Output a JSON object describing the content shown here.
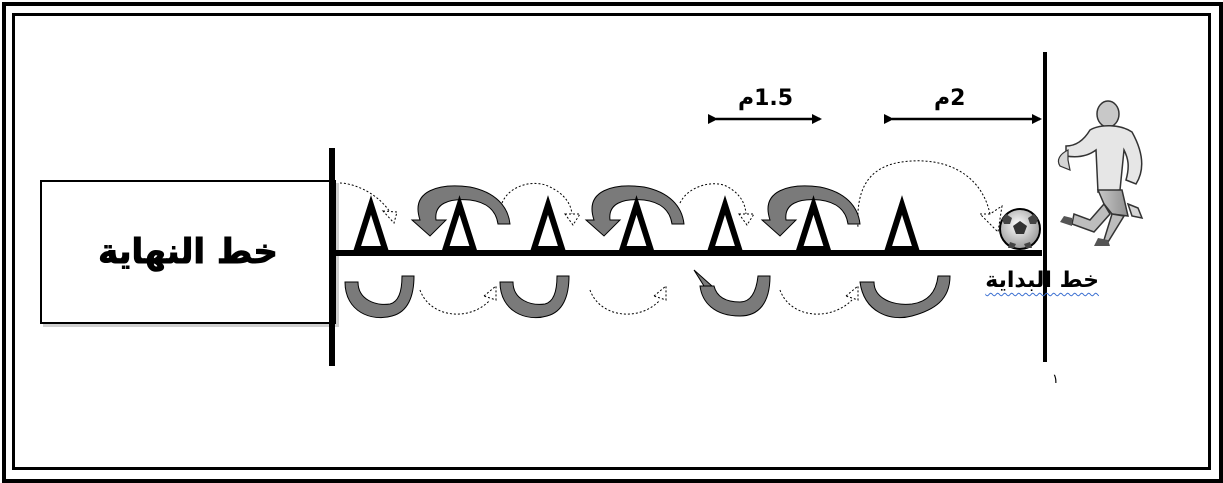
{
  "labels": {
    "finish_line": "خط النهاية",
    "start_line": "خط البداية",
    "distance_cones": "1.5م",
    "distance_start": "2م",
    "small_mark": "١"
  },
  "cone_count": 7,
  "colors": {
    "stroke": "#000000",
    "arrow_dark": "#7a7a7a",
    "arrow_light": "#ffffff",
    "underline": "#3a6fd1"
  }
}
